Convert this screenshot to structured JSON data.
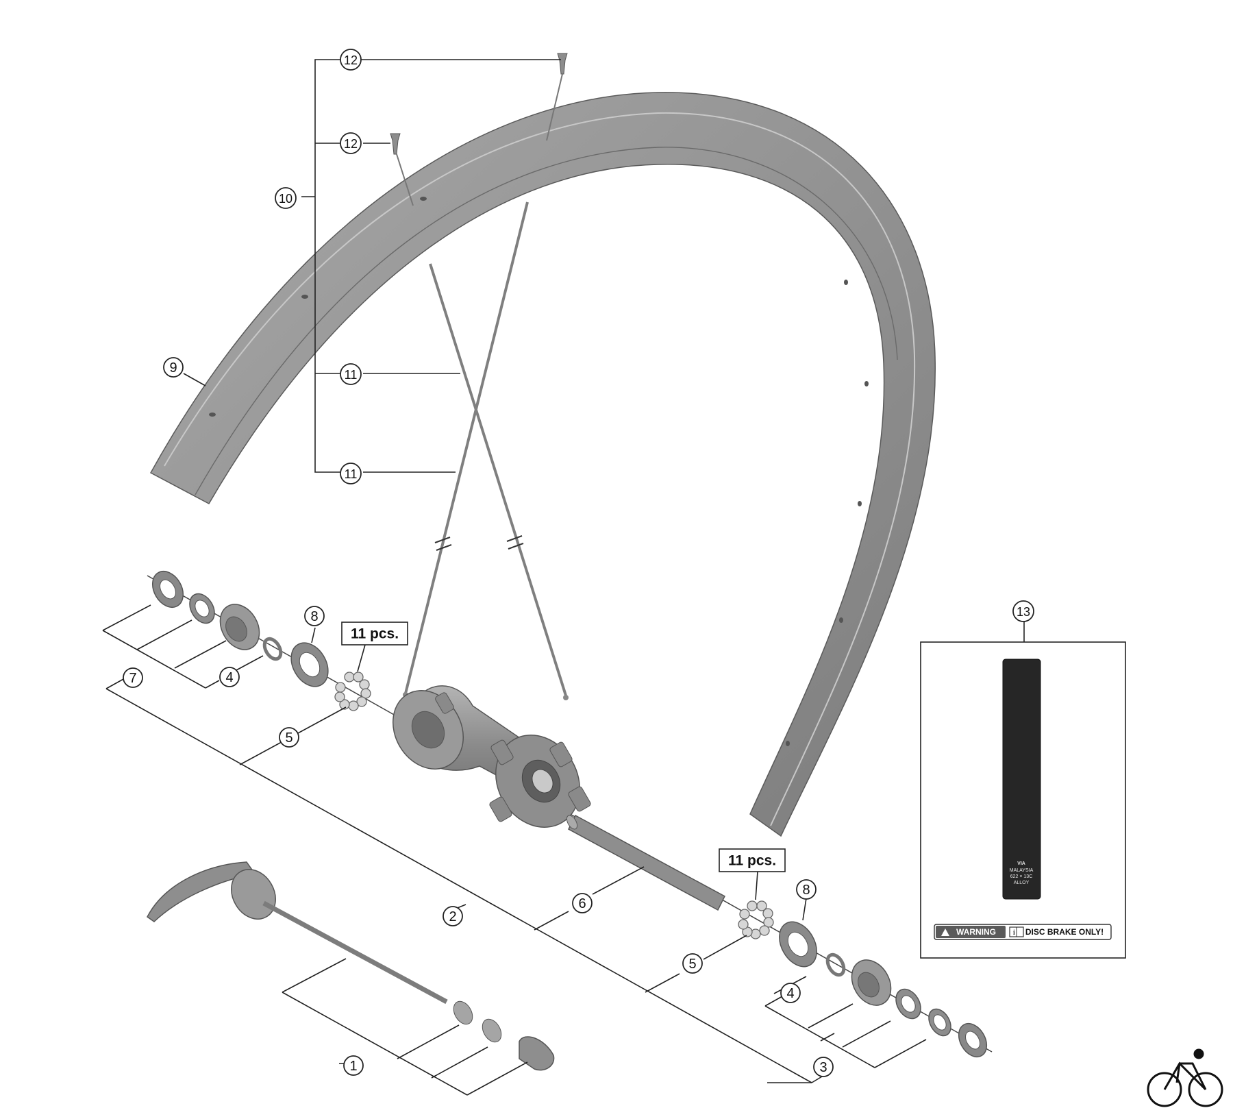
{
  "callouts": {
    "c1": "1",
    "c2": "2",
    "c3": "3",
    "c4a": "4",
    "c4b": "4",
    "c5a": "5",
    "c5b": "5",
    "c6": "6",
    "c7": "7",
    "c8a": "8",
    "c8b": "8",
    "c9": "9",
    "c10": "10",
    "c11a": "11",
    "c11b": "11",
    "c12a": "12",
    "c12b": "12",
    "c13": "13"
  },
  "quantity_notes": {
    "left_bearing_balls": "11 pcs.",
    "right_bearing_balls": "11 pcs."
  },
  "sticker": {
    "brand_text": "VIA",
    "origin_text": "MALAYSIA",
    "size_text": "622 × 13C",
    "material_text": "ALLOY",
    "warning_label": "WARNING",
    "disc_brake_label": "DISC BRAKE ONLY!"
  },
  "icons": [
    "bicycle-logo-icon",
    "warning-triangle-icon",
    "manual-book-icon"
  ],
  "colors": {
    "part_gray": "#8c8c8c",
    "sticker_black": "#262626",
    "line": "#222222"
  }
}
